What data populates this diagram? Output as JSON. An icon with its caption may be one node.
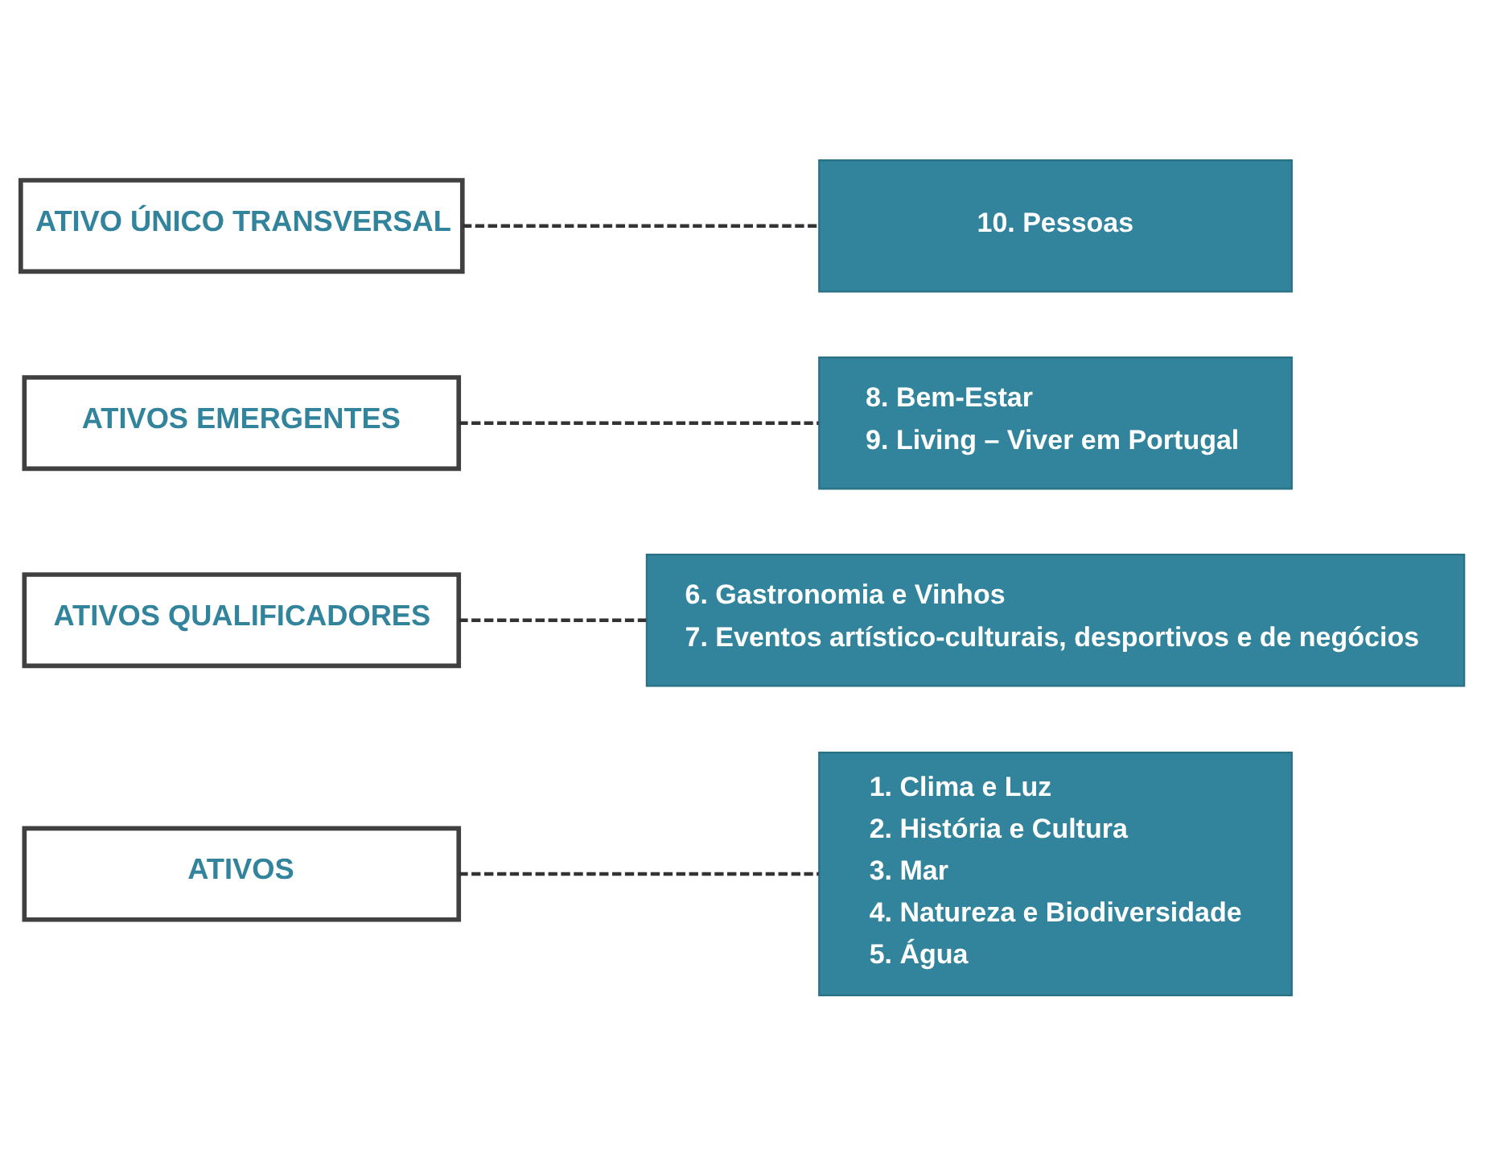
{
  "diagram": {
    "nodes": [
      {
        "text": [
          "ATIVOS"
        ]
      },
      {
        "text": [
          "1. Clima e Luz",
          "2. História e Cultura",
          "3. Mar",
          "4. Natureza e Biodiversidade",
          "5. Água"
        ]
      },
      {
        "text": [
          "ATIVOS QUALIFICADORES"
        ]
      },
      {
        "text": [
          "6. Gastronomia e Vinhos",
          "7. Eventos artístico-culturais, desportivos e de negócios"
        ]
      },
      {
        "text": [
          "ATIVOS EMERGENTES"
        ]
      },
      {
        "text": [
          "8. Bem-Estar",
          "9. Living – Viver em Portugal"
        ]
      },
      {
        "text": [
          "ATIVO ÚNICO TRANSVERSAL"
        ]
      },
      {
        "text": [
          "10. Pessoas"
        ]
      }
    ],
    "edges": [
      {
        "from": 0,
        "to": 1,
        "arrow": "none",
        "style": "dashed"
      },
      {
        "from": 2,
        "to": 3,
        "arrow": "none",
        "style": "dashed"
      },
      {
        "from": 4,
        "to": 5,
        "arrow": "none",
        "style": "dashed"
      },
      {
        "from": 6,
        "to": 7,
        "arrow": "none",
        "style": "dashed"
      }
    ]
  }
}
